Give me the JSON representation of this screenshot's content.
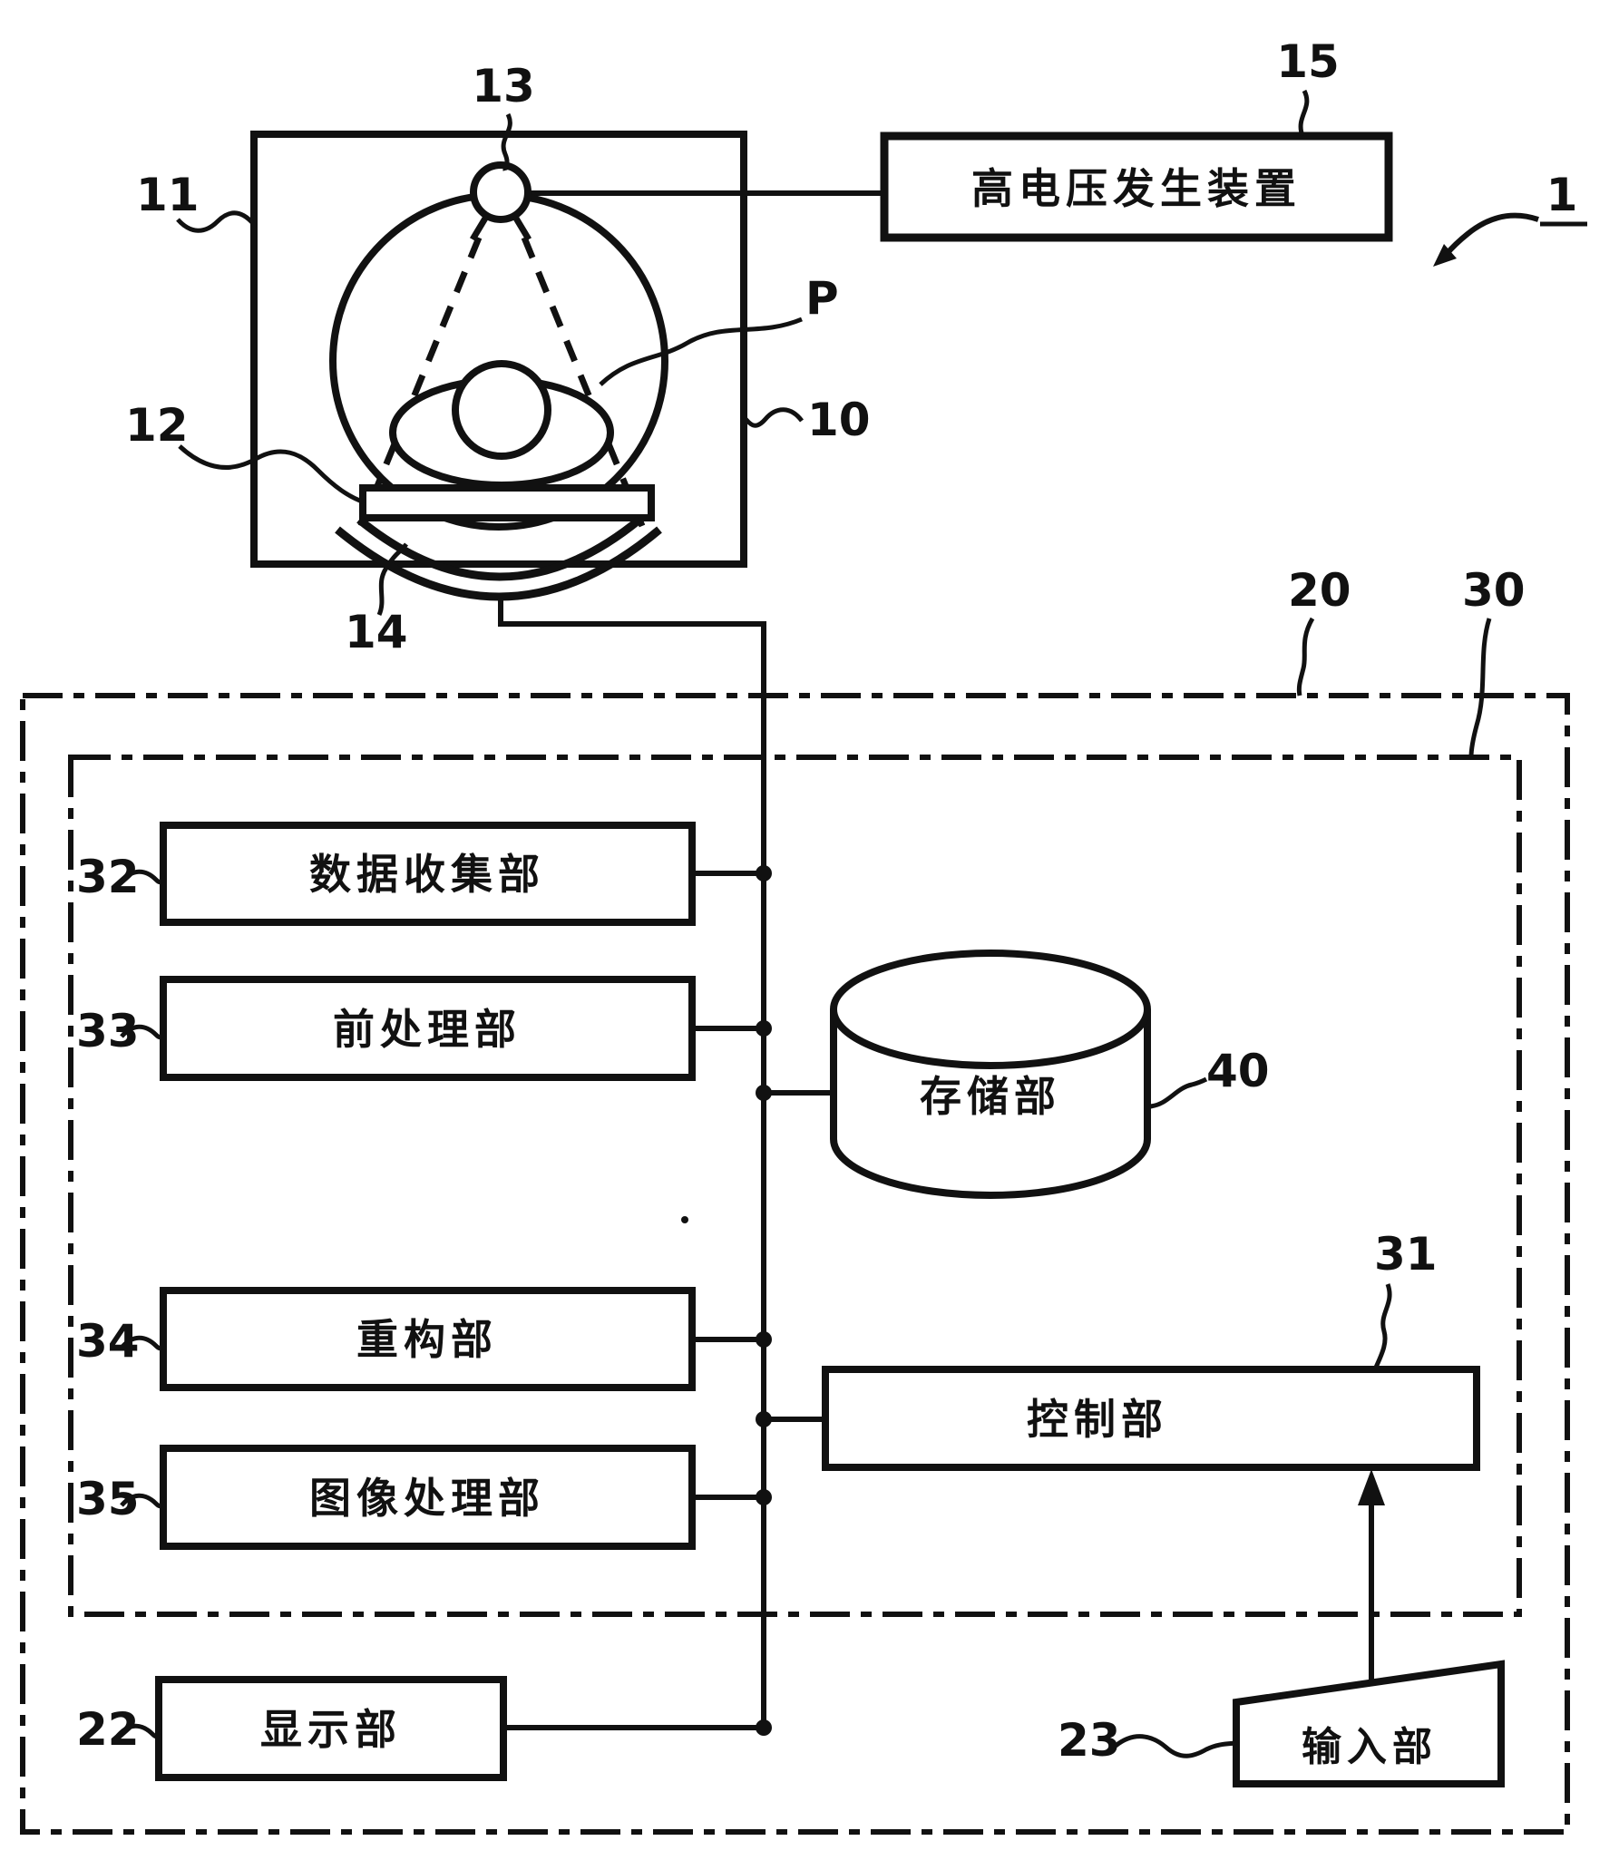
{
  "figure": {
    "background": "#ffffff",
    "ink": "#111111",
    "labels": {
      "system": "1",
      "scanner": "10",
      "gantry": "11",
      "table": "12",
      "xray_tube": "13",
      "detector": "14",
      "hv_generator": "15",
      "console": "20",
      "display": "22",
      "input": "23",
      "processor": "30",
      "control": "31",
      "data_collection": "32",
      "preprocessing": "33",
      "reconstruction": "34",
      "image_processing": "35",
      "storage": "40",
      "patient": "P"
    },
    "blocks": {
      "hv_generator": "高电压发生装置",
      "data_collection": "数据收集部",
      "preprocessing": "前处理部",
      "storage": "存储部",
      "reconstruction": "重构部",
      "control": "控制部",
      "image_processing": "图像处理部",
      "display": "显示部",
      "input": "输入部"
    }
  }
}
